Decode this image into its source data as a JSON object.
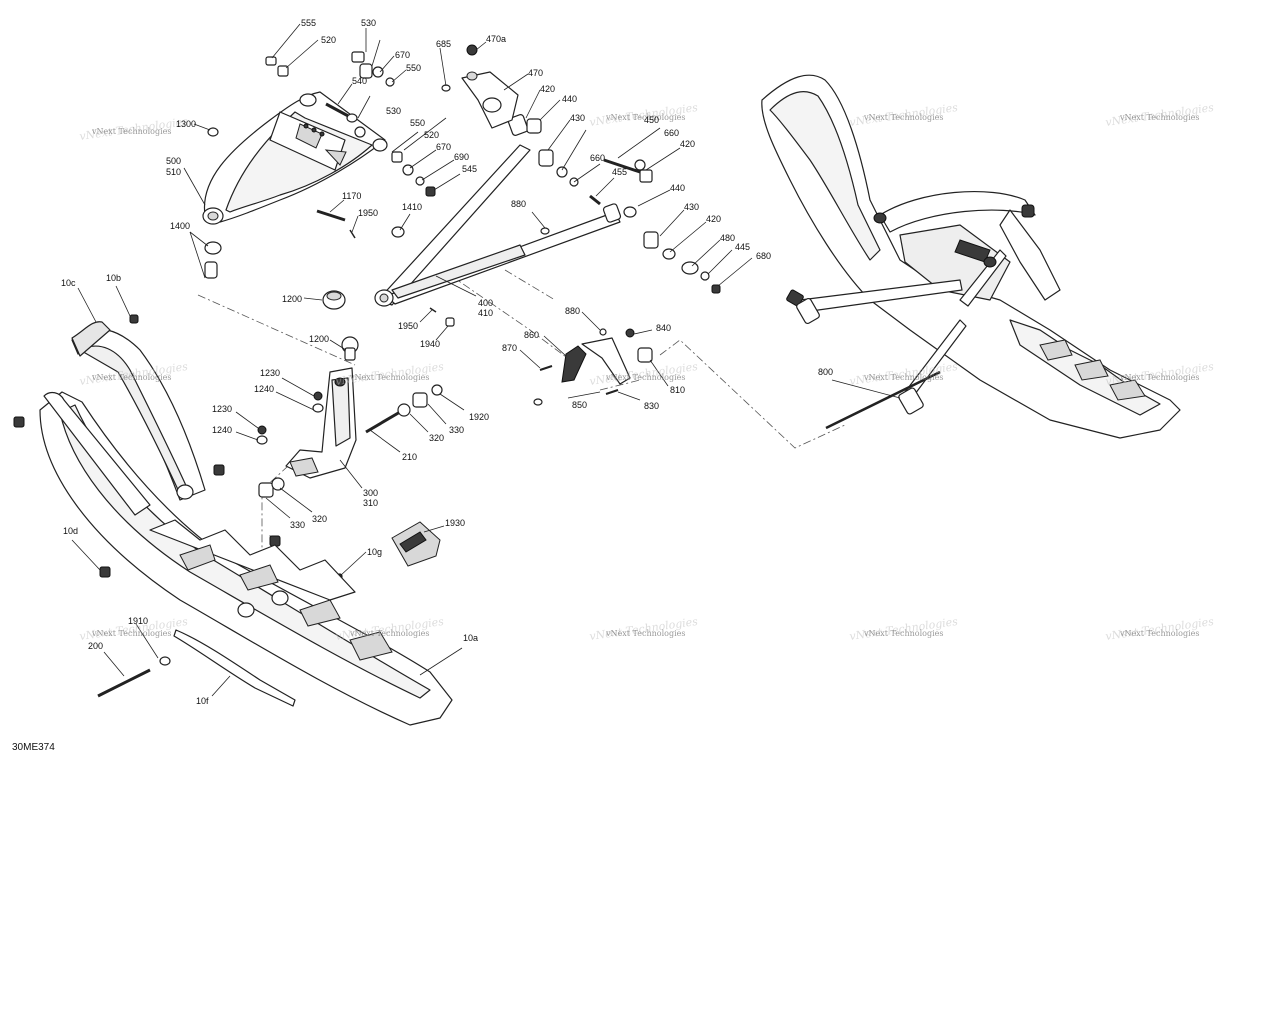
{
  "drawing_ref": "30ME374",
  "watermark": "vNext Technologies",
  "callouts": [
    "555",
    "530",
    "520",
    "670",
    "550",
    "685",
    "470a",
    "470",
    "540",
    "420",
    "440",
    "1300",
    "530",
    "550",
    "430",
    "450",
    "660",
    "520",
    "670",
    "690",
    "545",
    "500",
    "510",
    "420",
    "660",
    "455",
    "440",
    "1170",
    "1950",
    "1410",
    "880",
    "430",
    "1400",
    "420",
    "480",
    "445",
    "680",
    "10c",
    "10b",
    "1200",
    "400",
    "410",
    "880",
    "840",
    "1950",
    "860",
    "1200",
    "1940",
    "870",
    "810",
    "1230",
    "1240",
    "850",
    "830",
    "1920",
    "1230",
    "330",
    "1240",
    "320",
    "210",
    "800",
    "300",
    "310",
    "330",
    "320",
    "1930",
    "10d",
    "10g",
    "1910",
    "10a",
    "200",
    "10f"
  ]
}
